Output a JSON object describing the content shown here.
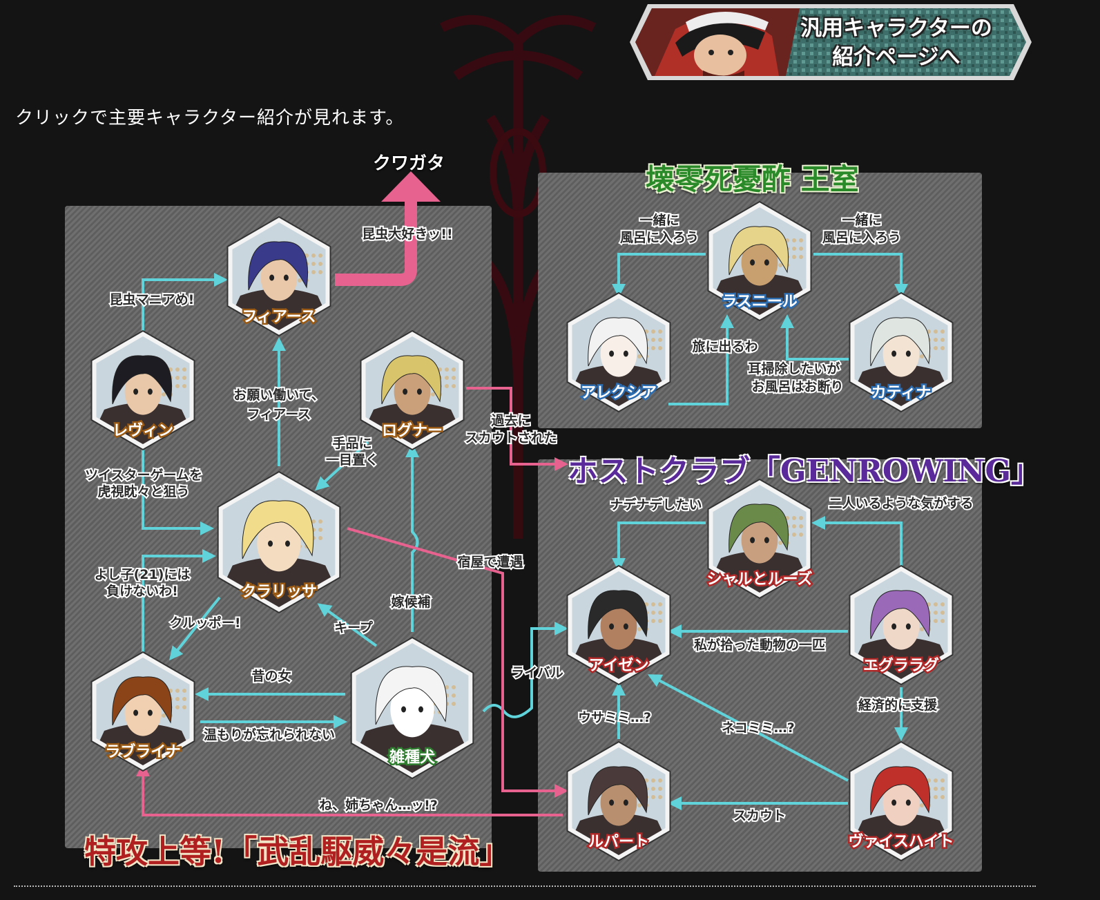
{
  "banner": {
    "line1": "汎用キャラクターの",
    "line2": "紹介ページへ"
  },
  "intro_text": "クリックで主要キャラクター紹介が見れます。",
  "groups": {
    "royal": "壊零死憂酢 王室",
    "host": "ホストクラブ「GENROWING」",
    "gang": "特攻上等!「武乱駆威々是流」"
  },
  "kuwagata": "クワガタ",
  "colors": {
    "cyan": "#5fd3d9",
    "pink": "#e8628f",
    "bg": "#141414"
  },
  "characters": [
    {
      "id": "fias",
      "name": "フィアース",
      "name_color": "#9a5a14",
      "hair": "#3a3a8a",
      "skin": "#e8c8a8",
      "icon": "fias-portrait-icon"
    },
    {
      "id": "levin",
      "name": "レヴィン",
      "name_color": "#9a5a14",
      "hair": "#1c1c22",
      "skin": "#e8c8a8",
      "icon": "levin-portrait-icon"
    },
    {
      "id": "rogner",
      "name": "ログナー",
      "name_color": "#9a5a14",
      "hair": "#d8c46a",
      "skin": "#caa07a",
      "icon": "rogner-portrait-icon"
    },
    {
      "id": "clarissa",
      "name": "クラリッサ",
      "name_color": "#9a5a14",
      "hair": "#f0dc8a",
      "skin": "#f3dcc0",
      "icon": "clarissa-portrait-icon"
    },
    {
      "id": "rabraina",
      "name": "ラブライナ",
      "name_color": "#9a5a14",
      "hair": "#8a4418",
      "skin": "#f0d0b0",
      "icon": "rabraina-portrait-icon"
    },
    {
      "id": "dog",
      "name": "雑種犬",
      "name_color": "#2f7d2f",
      "hair": "#f4f4f4",
      "skin": "#ffffff",
      "icon": "dog-portrait-icon"
    },
    {
      "id": "rasnir",
      "name": "ラスニール",
      "name_color": "#2c6cb0",
      "hair": "#e6d48a",
      "skin": "#c8a070",
      "icon": "rasnir-portrait-icon"
    },
    {
      "id": "alexia",
      "name": "アレクシア",
      "name_color": "#2c6cb0",
      "hair": "#f2f2f2",
      "skin": "#f8f0e8",
      "icon": "alexia-portrait-icon"
    },
    {
      "id": "katina",
      "name": "カティナ",
      "name_color": "#2c6cb0",
      "hair": "#dfe6e2",
      "skin": "#f3e3d3",
      "icon": "katina-portrait-icon"
    },
    {
      "id": "charles",
      "name": "シャルとルーズ",
      "name_color": "#b02828",
      "hair": "#6a8a4a",
      "skin": "#c8a080",
      "icon": "charles-portrait-icon"
    },
    {
      "id": "aizen",
      "name": "アイゼン",
      "name_color": "#b02828",
      "hair": "#2a2a2a",
      "skin": "#b08060",
      "icon": "aizen-portrait-icon"
    },
    {
      "id": "eglarag",
      "name": "エグララグ",
      "name_color": "#b02828",
      "hair": "#9a6ab8",
      "skin": "#f0d8c8",
      "icon": "eglarag-portrait-icon"
    },
    {
      "id": "rupert",
      "name": "ルパート",
      "name_color": "#b02828",
      "hair": "#4a3a3a",
      "skin": "#b89070",
      "icon": "rupert-portrait-icon"
    },
    {
      "id": "weisheit",
      "name": "ヴァイスハイト",
      "name_color": "#b02828",
      "hair": "#c0302a",
      "skin": "#f0d0c0",
      "icon": "weisheit-portrait-icon"
    }
  ],
  "relation_labels": [
    "昆虫大好きッ!!",
    "昆虫マニアめ!",
    "お願い働いて、",
    "フィアース",
    "手品に",
    "一目置く",
    "過去に",
    "スカウトされた",
    "ツイスターゲームを",
    "虎視眈々と狙う",
    "よし子(21)には",
    "負けないわ!",
    "クルッポー!",
    "キープ",
    "嫁候補",
    "宿屋で遭遇",
    "昔の女",
    "温もりが忘れられない",
    "ね、姉ちゃん…ッ!?",
    "ライバル",
    "一緒に",
    "風呂に入ろう",
    "一緒に",
    "風呂に入ろう",
    "旅に出るわ",
    "耳掃除したいが",
    "お風呂はお断り",
    "ナデナデしたい",
    "二人いるような気がする",
    "私が拾った動物の一匹",
    "経済的に支援",
    "ウサミミ…?",
    "ネコミミ…?",
    "スカウト"
  ]
}
